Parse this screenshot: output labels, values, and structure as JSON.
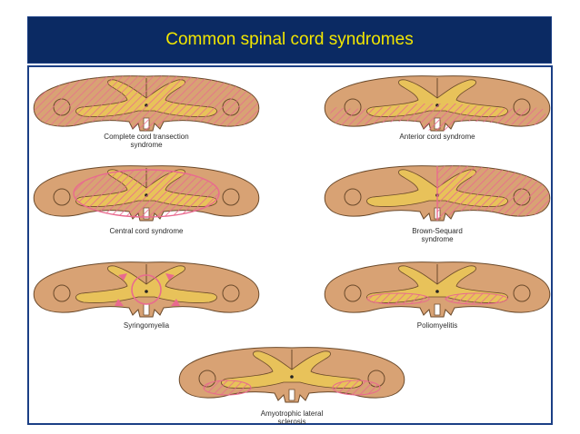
{
  "title": "Common spinal cord syndromes",
  "colors": {
    "title_bg": "#0b2a63",
    "title_text": "#f2e600",
    "white_matter": "#d8a274",
    "gray_matter": "#e8c25a",
    "lesion": "#e96a8f",
    "outline": "#6b4a2b"
  },
  "diagrams": [
    {
      "id": "complete",
      "caption": "Complete cord transection\nsyndrome"
    },
    {
      "id": "anterior",
      "caption": "Anterior cord syndrome"
    },
    {
      "id": "central",
      "caption": "Central cord syndrome"
    },
    {
      "id": "brown",
      "caption": "Brown-Sequard\nsyndrome"
    },
    {
      "id": "syringo",
      "caption": "Syringomyelia"
    },
    {
      "id": "polio",
      "caption": "Poliomyelitis"
    },
    {
      "id": "als",
      "caption": "Amyotrophic lateral\nsclerosis"
    }
  ]
}
